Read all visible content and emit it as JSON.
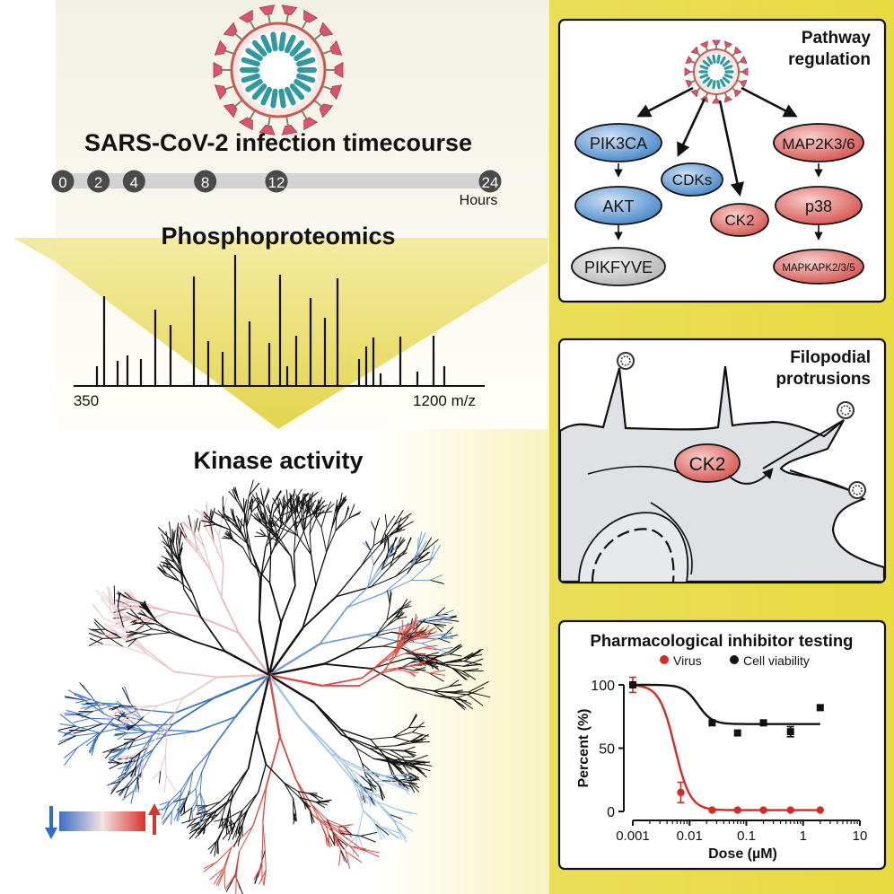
{
  "timecourse": {
    "title": "SARS-CoV-2 infection timecourse",
    "hours": [
      "0",
      "2",
      "4",
      "8",
      "12",
      "24"
    ],
    "hours_unit": "Hours"
  },
  "phospho": {
    "title": "Phosphoproteomics",
    "axis_min": "350",
    "axis_max": "1200 m/z"
  },
  "kinase": {
    "title": "Kinase activity",
    "legend_down": "down-arrow-icon",
    "legend_up": "up-arrow-icon"
  },
  "pathway": {
    "title_line1": "Pathway",
    "title_line2": "regulation",
    "nodes": {
      "pik3ca": "PIK3CA",
      "akt": "AKT",
      "pikfyve": "PIKFYVE",
      "cdks": "CDKs",
      "ck2": "CK2",
      "map2k": "MAP2K3/6",
      "p38": "p38",
      "mapkapk": "MAPKAPK2/3/5"
    }
  },
  "filopodia": {
    "title_line1": "Filopodial",
    "title_line2": "protrusions",
    "ck2_label": "CK2"
  },
  "inhibitor": {
    "title": "Pharmacological inhibitor testing",
    "legend_virus": "Virus",
    "legend_viability": "Cell viability"
  },
  "colors": {
    "yellow": "#e6d63a",
    "red_node": "#d9544f",
    "blue_node": "#3b7fc4",
    "gray_node": "#bdbdbd",
    "virus_series": "#d42a27",
    "viability_series": "#111111"
  },
  "chart_data": {
    "type": "scatter",
    "xlabel": "Dose (µM)",
    "ylabel": "Percent (%)",
    "xscale": "log",
    "xlim": [
      0.001,
      10
    ],
    "ylim": [
      0,
      100
    ],
    "xticks": [
      "0.001",
      "0.01",
      "0.1",
      "1",
      "10"
    ],
    "yticks": [
      "0",
      "50",
      "100"
    ],
    "series": [
      {
        "name": "Virus",
        "color": "#d42a27",
        "x": [
          0.001,
          0.007,
          0.025,
          0.07,
          0.2,
          0.6,
          2.0
        ],
        "y": [
          100,
          15,
          1,
          1,
          1,
          1,
          1
        ],
        "error": [
          6,
          8,
          0,
          0,
          0,
          0,
          0
        ],
        "fit": {
          "top": 100,
          "bottom": 1,
          "ic50": 0.0055,
          "hill": 3.2
        }
      },
      {
        "name": "Cell viability",
        "color": "#111111",
        "x": [
          0.001,
          0.025,
          0.07,
          0.2,
          0.6,
          2.0
        ],
        "y": [
          100,
          70,
          62,
          70,
          63,
          82
        ],
        "error": [
          0,
          0,
          0,
          0,
          4,
          0
        ],
        "fit": {
          "top": 100,
          "bottom": 69,
          "ic50": 0.014,
          "hill": 3.5
        }
      }
    ]
  }
}
